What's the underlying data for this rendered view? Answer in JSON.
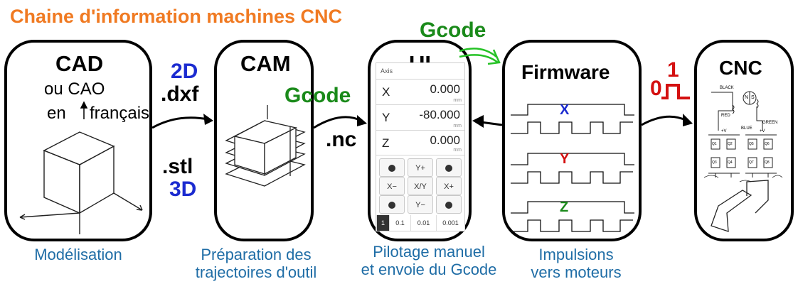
{
  "title": "Chaine d'information machines CNC",
  "boxes": {
    "cad": {
      "label": "CAD",
      "note_line1": "ou CAO",
      "note_line2a": "en",
      "note_line2b": "français"
    },
    "cam": {
      "label": "CAM"
    },
    "ui": {
      "label": "UI"
    },
    "firmware": {
      "label": "Firmware"
    },
    "cnc": {
      "label": "CNC"
    }
  },
  "links": {
    "cad_cam": {
      "top_line1": "2D",
      "top_line2": ".dxf",
      "bottom_line1": ".stl",
      "bottom_line2": "3D"
    },
    "cam_ui": {
      "label_top": "Gcode",
      "label_bottom": ".nc"
    },
    "ui_firmware": {
      "label": "Gcode"
    },
    "firmware_cnc": {
      "pulse_low": "0",
      "pulse_high": "1"
    }
  },
  "captions": {
    "cad": {
      "line1": "Modélisation",
      "line2": ""
    },
    "cam": {
      "line1": "Préparation des",
      "line2": "trajectoires d'outil"
    },
    "ui": {
      "line1": "Pilotage manuel",
      "line2": "et envoie du Gcode"
    },
    "firmware": {
      "line1": "Impulsions",
      "line2": "vers moteurs"
    }
  },
  "ui_panel": {
    "header": "Axis",
    "axes": [
      {
        "name": "X",
        "value": "0.000",
        "unit": "mm"
      },
      {
        "name": "Y",
        "value": "-80.000",
        "unit": "mm"
      },
      {
        "name": "Z",
        "value": "0.000",
        "unit": "mm"
      }
    ],
    "buttons": [
      {
        "label": "",
        "icon": "rotate-left-icon"
      },
      {
        "label": "Y+",
        "icon": ""
      },
      {
        "label": "",
        "icon": "rotate-right-icon"
      },
      {
        "label": "X−",
        "icon": ""
      },
      {
        "label": "X/Y",
        "icon": ""
      },
      {
        "label": "X+",
        "icon": ""
      },
      {
        "label": "",
        "icon": "rotate-left-icon"
      },
      {
        "label": "Y−",
        "icon": ""
      },
      {
        "label": "",
        "icon": "rotate-right-icon"
      }
    ],
    "steps": [
      "1",
      "0.1",
      "0.01",
      "0.001"
    ],
    "active_step": "1"
  },
  "firmware_signals": [
    "X",
    "Y",
    "Z"
  ],
  "signal_colors": {
    "X": "#1b2bd0",
    "Y": "#d41010",
    "Z": "#1a8a1a"
  },
  "cnc_schematic": {
    "labels": [
      "BLACK",
      "RED",
      "BLUE",
      "GREEN",
      "+V",
      "+V",
      "N",
      "S",
      "Q1",
      "Q2",
      "Q3",
      "Q4",
      "Q5",
      "Q6",
      "Q7",
      "Q8"
    ]
  },
  "colors": {
    "title": "#f07a22",
    "caption": "#1f6da6",
    "blue": "#1b2bd0",
    "green": "#1a8a1a",
    "red": "#d41010"
  }
}
